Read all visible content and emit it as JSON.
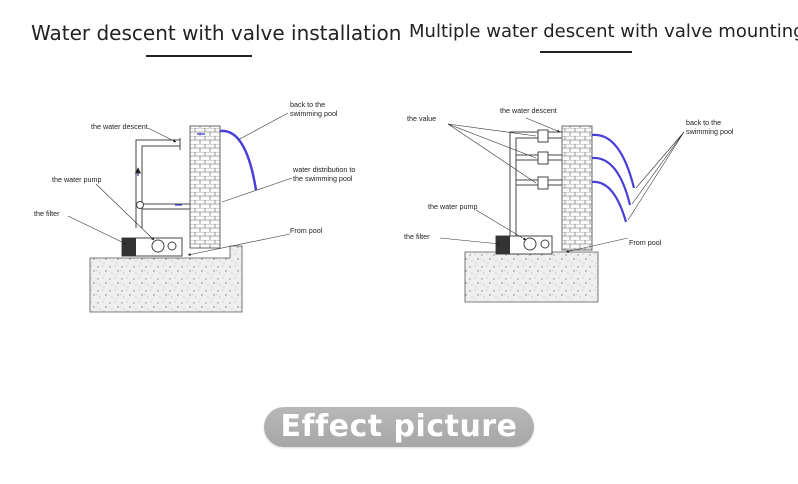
{
  "titles": {
    "left": "Water descent with valve installation",
    "right": "Multiple water descent with valve  mounting"
  },
  "left_diagram": {
    "water_descent": "the water descent",
    "back_pool_1": "back to the",
    "back_pool_2": "swimming pool",
    "distribution_1": "water distribution to",
    "distribution_2": "the swimming pool",
    "water_pump": "the water pump",
    "filter": "the filter",
    "from_pool": "From pool"
  },
  "right_diagram": {
    "value": "the value",
    "water_descent": "the water descent",
    "back_pool_1": "back to the",
    "back_pool_2": "swimming pool",
    "water_pump": "the water pump",
    "filter": "the filter",
    "from_pool": "From pool"
  },
  "button": {
    "label": "Effect picture"
  },
  "colors": {
    "water": "#4a3fd8",
    "line": "#333333",
    "badge": "#aaaaaa"
  }
}
